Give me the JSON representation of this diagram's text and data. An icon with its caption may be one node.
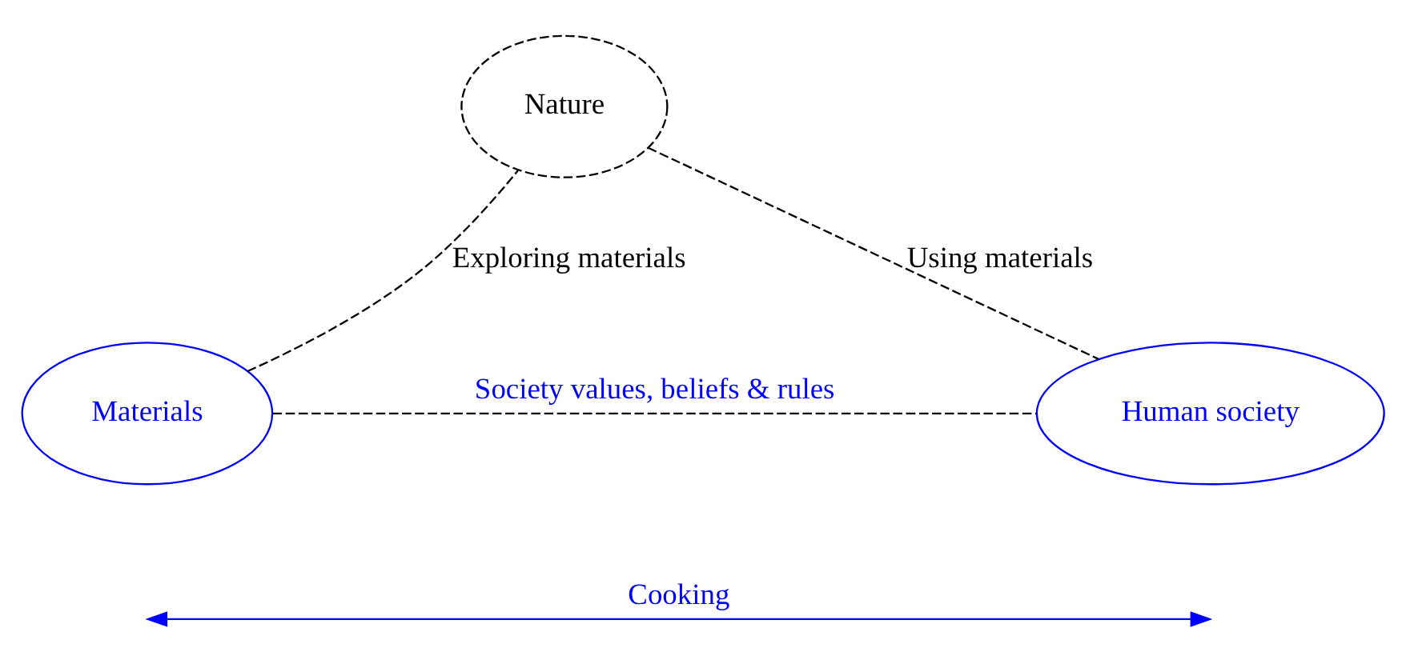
{
  "diagram": {
    "nodes": [
      {
        "text": [
          "Nature"
        ]
      },
      {
        "text": [
          "Materials"
        ]
      },
      {
        "text": [
          "Human society"
        ]
      }
    ],
    "edges": [
      {
        "from": 1,
        "to": 0,
        "arrow": "none",
        "style": "dashed",
        "label": "Exploring materials"
      },
      {
        "from": 0,
        "to": 2,
        "arrow": "none",
        "style": "dashed",
        "label": "Using materials"
      },
      {
        "from": 1,
        "to": 2,
        "arrow": "none",
        "style": "dashed",
        "label": "Society values, beliefs & rules"
      }
    ],
    "labels": [
      "Cooking"
    ]
  }
}
